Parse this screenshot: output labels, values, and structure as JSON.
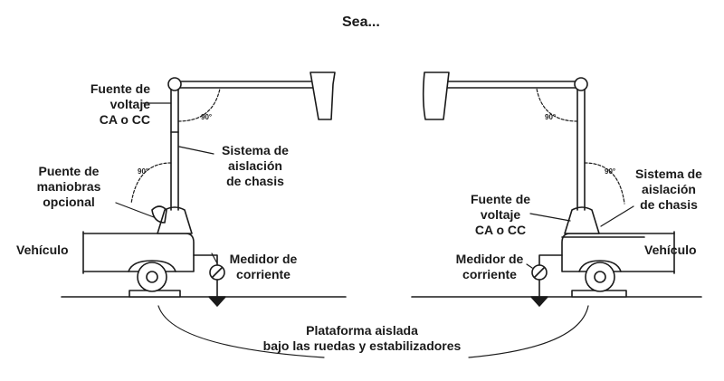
{
  "title": "Sea...",
  "angle_label": "90°",
  "left": {
    "voltage_source": [
      "Fuente de",
      "voltaje",
      "CA o CC"
    ],
    "insulation_system": [
      "Sistema de",
      "aislación",
      "de chasis"
    ],
    "jumper": [
      "Puente de",
      "maniobras",
      "opcional"
    ],
    "vehicle": "Vehículo",
    "ammeter": [
      "Medidor de",
      "corriente"
    ]
  },
  "right": {
    "voltage_source": [
      "Fuente de",
      "voltaje",
      "CA o CC"
    ],
    "insulation_system": [
      "Sistema de",
      "aislación",
      "de chasis"
    ],
    "vehicle": "Vehículo",
    "ammeter": [
      "Medidor de",
      "corriente"
    ]
  },
  "platform": [
    "Plataforma aislada",
    "bajo las ruedas y estabilizadores"
  ]
}
